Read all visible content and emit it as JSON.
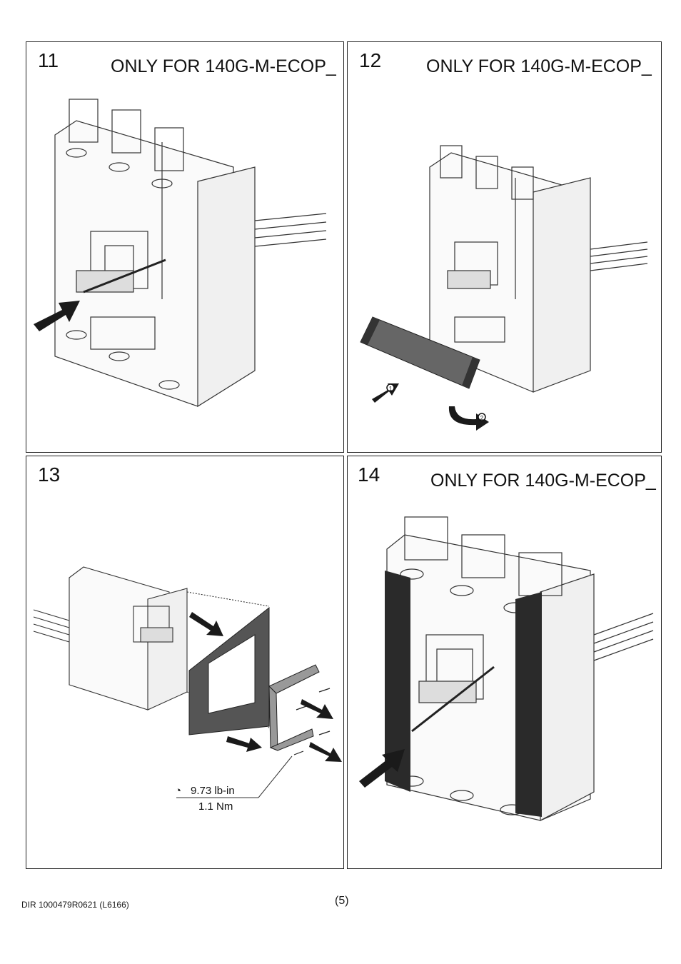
{
  "panels": [
    {
      "step": "11",
      "caption": "ONLY FOR 140G-M-ECOP_"
    },
    {
      "step": "12",
      "caption": "ONLY FOR 140G-M-ECOP_"
    },
    {
      "step": "13",
      "caption": ""
    },
    {
      "step": "14",
      "caption": "ONLY FOR 140G-M-ECOP_"
    }
  ],
  "torque": {
    "imperial": "9.73 lb-in",
    "metric": "1.1 Nm"
  },
  "footer": {
    "document_code": "DIR 1000479R0621 (L6166)",
    "page_number": "(5)"
  },
  "arrow_markers": [
    "1",
    "2"
  ]
}
